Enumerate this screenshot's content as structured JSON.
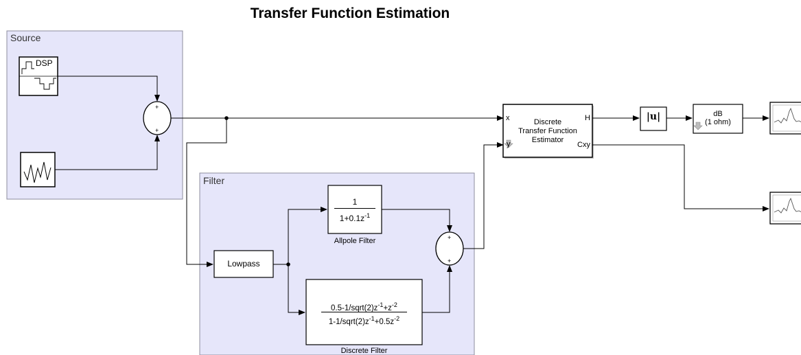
{
  "title": "Transfer Function Estimation",
  "areas": {
    "source": "Source",
    "filter": "Filter"
  },
  "blocks": {
    "dsp_source": {
      "label": "DSP"
    },
    "estimator": {
      "line1": "Discrete",
      "line2": "Transfer Function",
      "line3": "Estimator",
      "port_x": "x",
      "port_y": "y",
      "port_h": "H",
      "port_cxy": "Cxy"
    },
    "abs": {
      "label": "|u|"
    },
    "db": {
      "line1": "dB",
      "line2": "(1 ohm)"
    },
    "allpole": {
      "num": "1",
      "den_base": "1+0.1z",
      "den_exp": "-1",
      "caption": "Allpole Filter"
    },
    "lowpass": {
      "label": "Lowpass"
    },
    "discrete_filter": {
      "num_a": "0.5-1/sqrt(2)z",
      "num_a_exp": "-1",
      "num_b": "+z",
      "num_b_exp": "-2",
      "den_a": "1-1/sqrt(2)z",
      "den_a_exp": "-1",
      "den_b": "+0.5z",
      "den_b_exp": "-2",
      "caption": "Discrete Filter"
    },
    "sum_signs": "+"
  },
  "colors": {
    "area_fill": "#e6e6fa",
    "area_border": "#8c8c9e",
    "line": "#000000"
  }
}
